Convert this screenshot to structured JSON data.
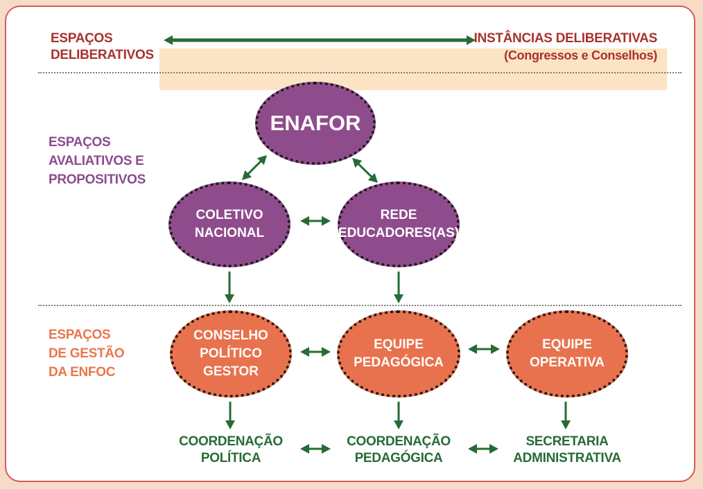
{
  "top": {
    "left_label": [
      "ESPAÇOS",
      "DELIBERATIVOS"
    ],
    "right_label": [
      "INSTÂNCIAS DELIBERATIVAS",
      "(Congressos e Conselhos)"
    ]
  },
  "sections": {
    "avaliativos": [
      "ESPAÇOS",
      "AVALIATIVOS E",
      "PROPOSITIVOS"
    ],
    "gestao": [
      "ESPAÇOS",
      "DE GESTÃO",
      "DA ENFOC"
    ]
  },
  "nodes": {
    "enafor": "ENAFOR",
    "coletivo": [
      "COLETIVO",
      "NACIONAL"
    ],
    "rede": [
      "REDE",
      "EDUCADORES(AS)"
    ],
    "conselho": [
      "CONSELHO",
      "POLÍTICO",
      "GESTOR"
    ],
    "equipe_pedagogica": [
      "EQUIPE",
      "PEDAGÓGICA"
    ],
    "equipe_operativa": [
      "EQUIPE",
      "OPERATIVA"
    ]
  },
  "bottom": {
    "coord_politica": [
      "COORDENAÇÃO",
      "POLÍTICA"
    ],
    "coord_pedagogica": [
      "COORDENAÇÃO",
      "PEDAGÓGICA"
    ],
    "secretaria": [
      "SECRETARIA",
      "ADMINISTRATIVA"
    ]
  },
  "colors": {
    "arrow": "#266b36",
    "purple": "#8f4c8c",
    "orange": "#e8724d",
    "border": "#d9575a"
  }
}
